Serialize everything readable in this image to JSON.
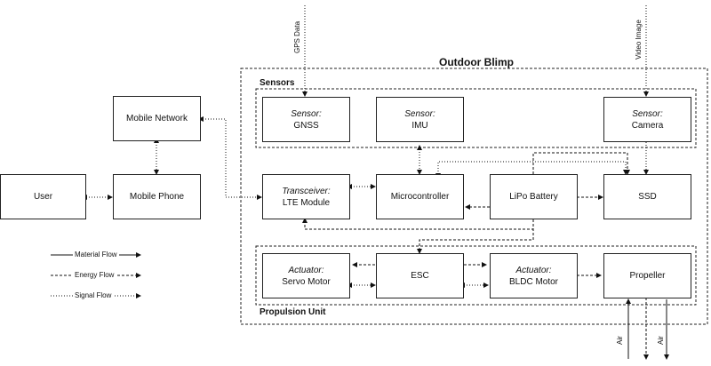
{
  "diagram": {
    "title": "Outdoor Blimp",
    "groups": {
      "sensors": "Sensors",
      "propulsion": "Propulsion Unit"
    },
    "nodes": {
      "user": {
        "label": "User"
      },
      "mobile_phone": {
        "label": "Mobile Phone"
      },
      "mobile_network": {
        "label": "Mobile Network"
      },
      "gnss": {
        "kind": "Sensor:",
        "label": "GNSS"
      },
      "imu": {
        "kind": "Sensor:",
        "label": "IMU"
      },
      "camera": {
        "kind": "Sensor:",
        "label": "Camera"
      },
      "transceiver": {
        "kind": "Transceiver:",
        "label": "LTE Module"
      },
      "microcontroller": {
        "label": "Microcontroller"
      },
      "lipo": {
        "label": "LiPo Battery"
      },
      "ssd": {
        "label": "SSD"
      },
      "servo": {
        "kind": "Actuator:",
        "label": "Servo Motor"
      },
      "esc": {
        "label": "ESC"
      },
      "bldc": {
        "kind": "Actuator:",
        "label": "BLDC Motor"
      },
      "propeller": {
        "label": "Propeller"
      }
    },
    "external_labels": {
      "gps": "GPS Data",
      "video": "Video Image",
      "air_in": "Air",
      "air_out": "Air"
    },
    "legend": {
      "material": "Material Flow",
      "energy": "Energy Flow",
      "signal": "Signal Flow"
    }
  }
}
